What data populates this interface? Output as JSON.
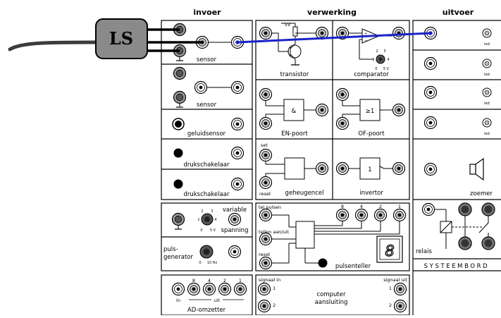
{
  "columns": {
    "input": "invoer",
    "processing": "verwerking",
    "output": "uitvoer"
  },
  "sensor_box": {
    "label": "LS"
  },
  "input_modules": {
    "sensor1": "sensor",
    "sensor2": "sensor",
    "sound_sensor": "geluidsensor",
    "push_button1": "drukschakelaar",
    "push_button2": "drukschakelaar",
    "variable_voltage": {
      "label_line1": "variable",
      "label_line2": "spanning",
      "dial_min": "0",
      "dial_max": "5 V",
      "ticks": [
        "1",
        "2",
        "3",
        "4"
      ]
    },
    "pulse_generator": {
      "label_line1": "puls-",
      "label_line2": "generator",
      "dial_min": "0",
      "dial_max": "10 Hz"
    }
  },
  "processing_modules": {
    "transistor": {
      "label": "transistor",
      "supply": "5V"
    },
    "comparator": {
      "label": "comparator",
      "ticks": [
        "1",
        "2",
        "3",
        "4"
      ],
      "dial_min": "0",
      "dial_max": "5 V"
    },
    "and_gate": {
      "label": "EN-poort",
      "symbol": "&"
    },
    "or_gate": {
      "label": "OF-poort",
      "symbol": "≥1"
    },
    "memory_cell": {
      "label": "geheugencel",
      "set": "set",
      "reset": "reset"
    },
    "inverter": {
      "label": "invertor",
      "symbol": "1"
    },
    "pulse_counter": {
      "label": "pulsenteller",
      "count_pulses": "tel pulsen",
      "count_enable": "tellen aan/uit",
      "reset": "reset",
      "bits": [
        "8",
        "4",
        "2",
        "1"
      ],
      "display_digit": "8"
    }
  },
  "output_modules": {
    "leds": [
      "led",
      "led",
      "led",
      "led"
    ],
    "buzzer": "zoemer",
    "relay": "relais",
    "board_name": "SYSTEEMBORD"
  },
  "bottom_modules": {
    "ad_converter": {
      "label": "AD-omzetter",
      "in": "in",
      "out": "uit",
      "bits": [
        "8",
        "4",
        "2",
        "1"
      ]
    },
    "computer_connection": {
      "label_line1": "computer",
      "label_line2": "aansluiting",
      "signal_in": "signaal in",
      "signal_out": "signaal uit",
      "channel_1": "1",
      "channel_2": "2"
    }
  },
  "colors": {
    "wire": "#1a24c8",
    "sensor_box": "#8a8a8a",
    "socket_fill": "#bdbdbd"
  }
}
